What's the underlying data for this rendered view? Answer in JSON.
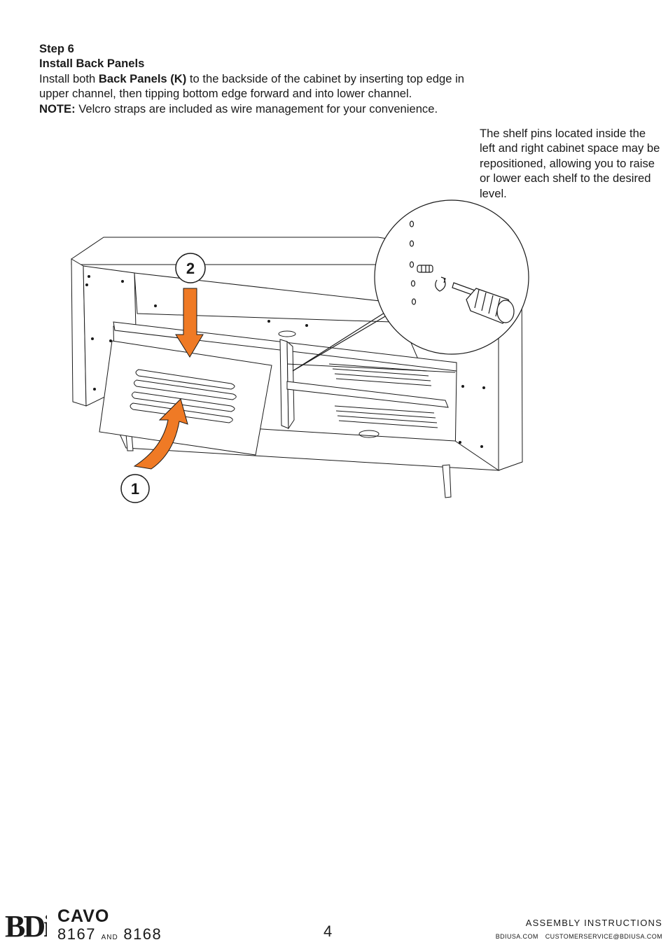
{
  "instructions": {
    "step_label": "Step 6",
    "step_title": "Install Back Panels",
    "body_prefix": "Install both ",
    "body_part": "Back Panels (K)",
    "body_suffix": " to the backside of the cabinet by inserting top edge in upper channel, then tipping bottom edge forward and into lower channel.",
    "note_label": "NOTE:",
    "note_text": "  Velcro straps are included as wire management for your convenience."
  },
  "side_note": "The shelf pins located inside the left and right cabinet space may be repositioned, allowing you to raise or lower each shelf to the desired level.",
  "diagram": {
    "callout_2": "2",
    "callout_1": "1",
    "arrow_color": "#ef7a25",
    "line_color": "#1a1a1a"
  },
  "footer": {
    "logo_text": "BDi",
    "brand": "CAVO",
    "model_a": "8167",
    "model_and": "AND",
    "model_b": "8168",
    "page_number": "4",
    "doc_type": "ASSEMBLY INSTRUCTIONS",
    "website": "BDIUSA.COM",
    "email": "CUSTOMERSERVICE@BDIUSA.COM"
  }
}
